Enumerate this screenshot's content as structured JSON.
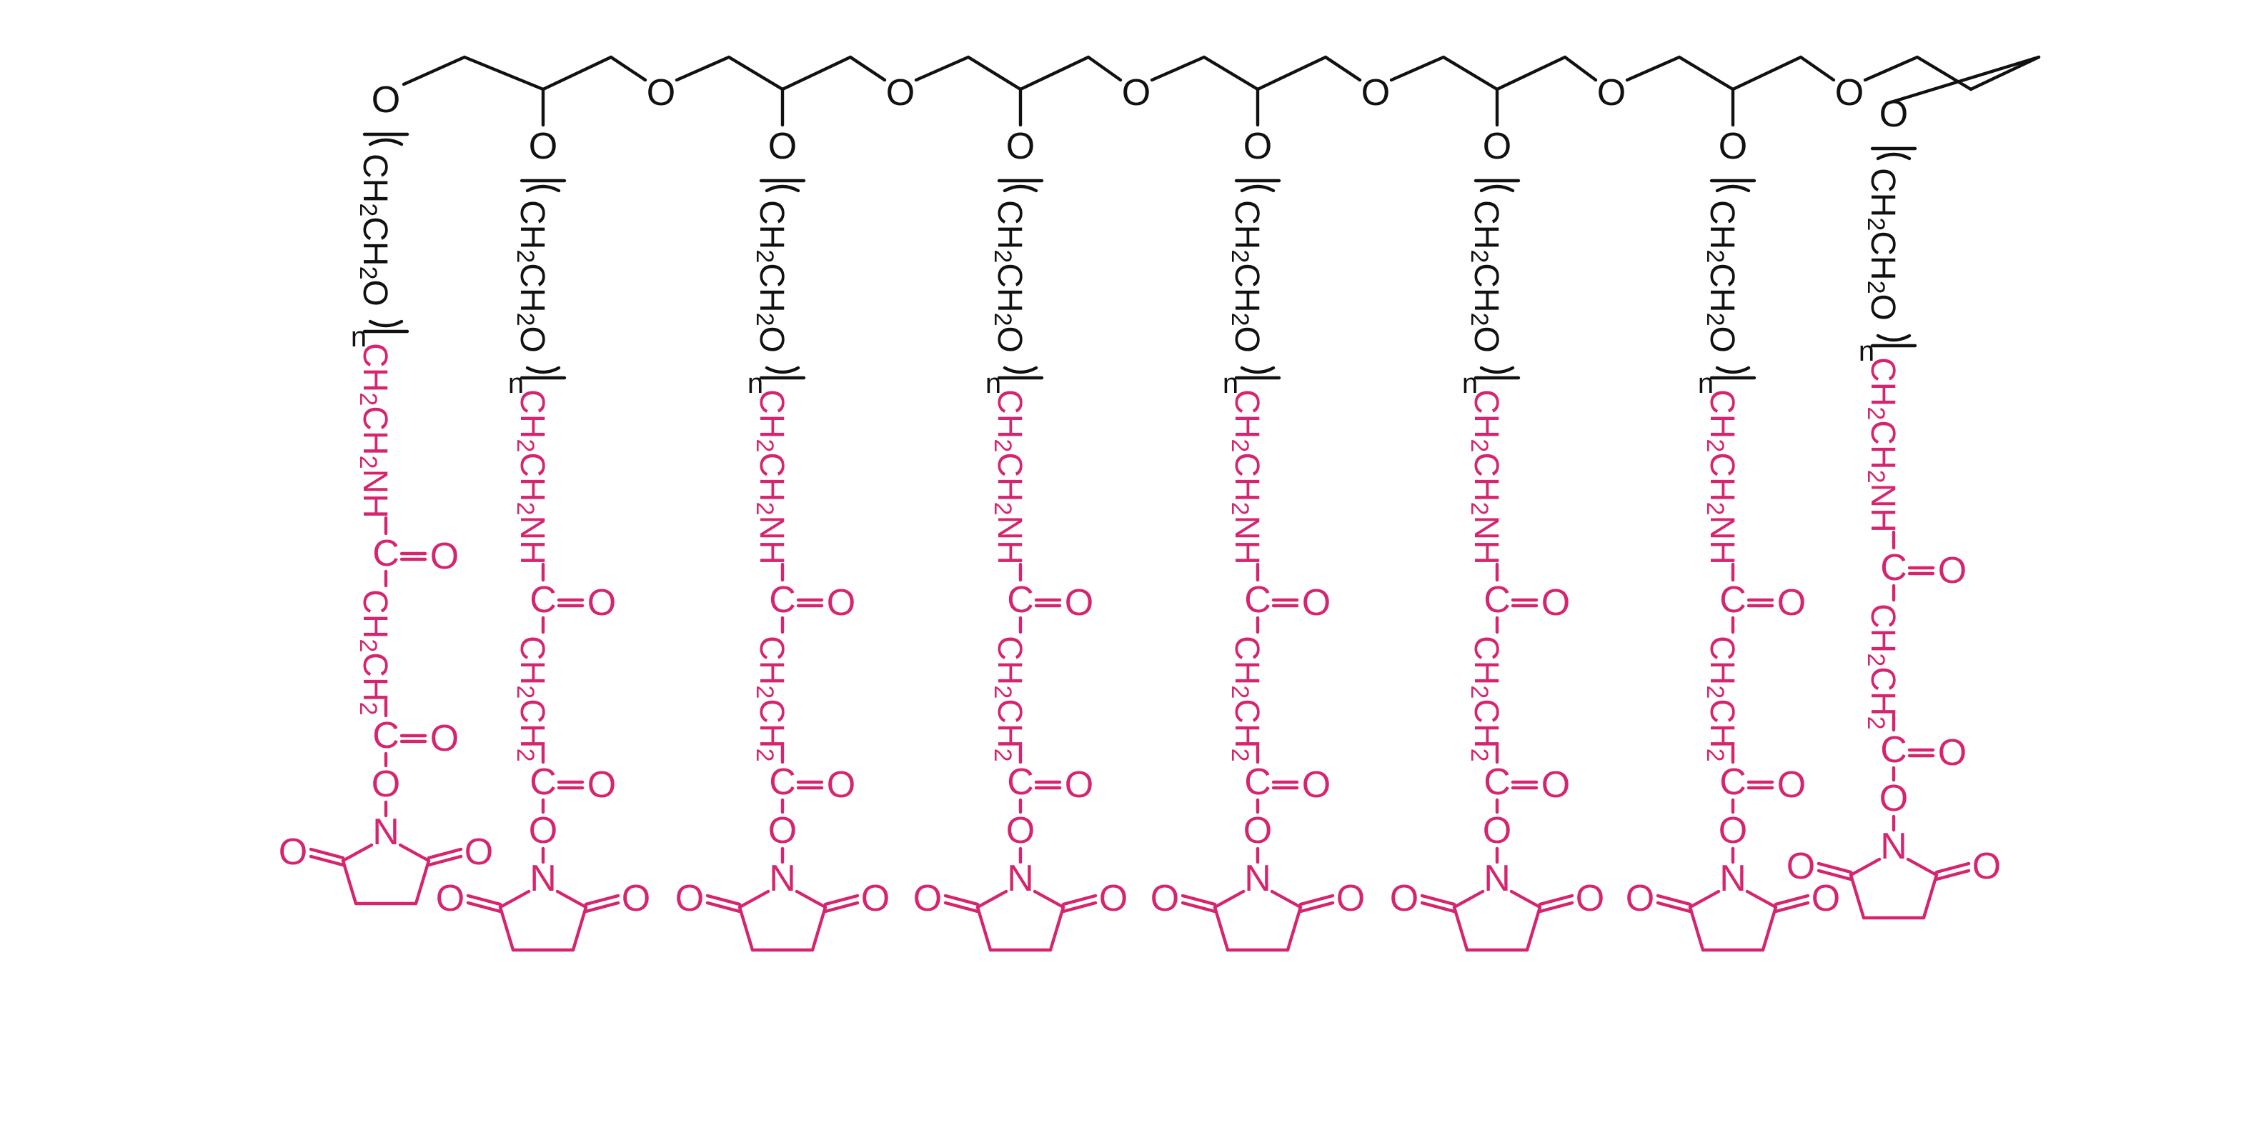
{
  "colors": {
    "backbone": "#111111",
    "terminal_group": "#d6246e",
    "background": "#ffffff"
  },
  "labels": {
    "ether_oxygen": "O",
    "peg_unit_prefix": "CH",
    "peg_unit_sub1": "2",
    "peg_unit_mid": "CH",
    "peg_unit_sub2": "2",
    "peg_unit_suffix": "O",
    "repeat_index": "n",
    "amine_prefix": "CH",
    "amine_sub1": "2",
    "amine_mid": "CH",
    "amine_sub2": "2",
    "amine_suffix": "NH",
    "carbonyl_carbon": "C",
    "carbonyl_oxygen": "O",
    "ethylene_prefix": "CH",
    "ethylene_sub1": "2",
    "ethylene_mid": "CH",
    "ethylene_sub2": "2",
    "ester_oxygen": "O",
    "imide_nitrogen": "N",
    "imide_oxygen": "O"
  },
  "arm_count": 8
}
